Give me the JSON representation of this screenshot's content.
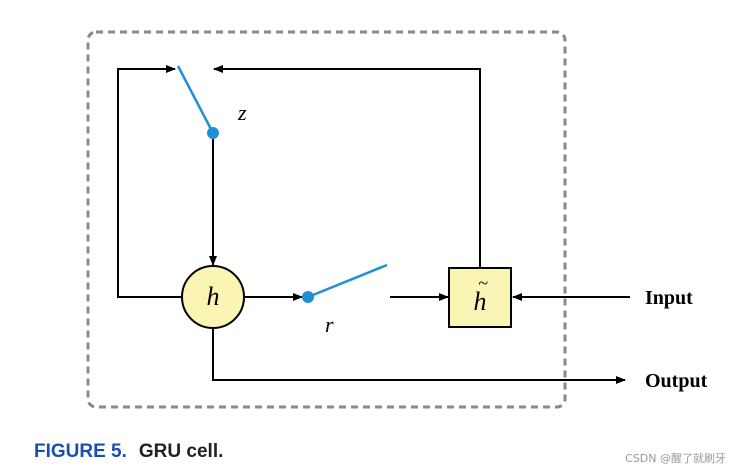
{
  "diagram": {
    "labels": {
      "z": "z",
      "r": "r",
      "h": "h",
      "h_tilde": "h",
      "h_tilde_accent": "~",
      "input": "Input",
      "output": "Output"
    }
  },
  "caption": {
    "figure_label": "FIGURE 5.",
    "text": "GRU cell."
  },
  "watermark": "CSDN @醒了就刷牙",
  "colors": {
    "switch": "#1f8fd6",
    "node_fill": "#fbf5b5",
    "box_fill": "#fbf5b5",
    "dashed_border": "#8a8a8a",
    "caption_label": "#1a4fb0"
  }
}
